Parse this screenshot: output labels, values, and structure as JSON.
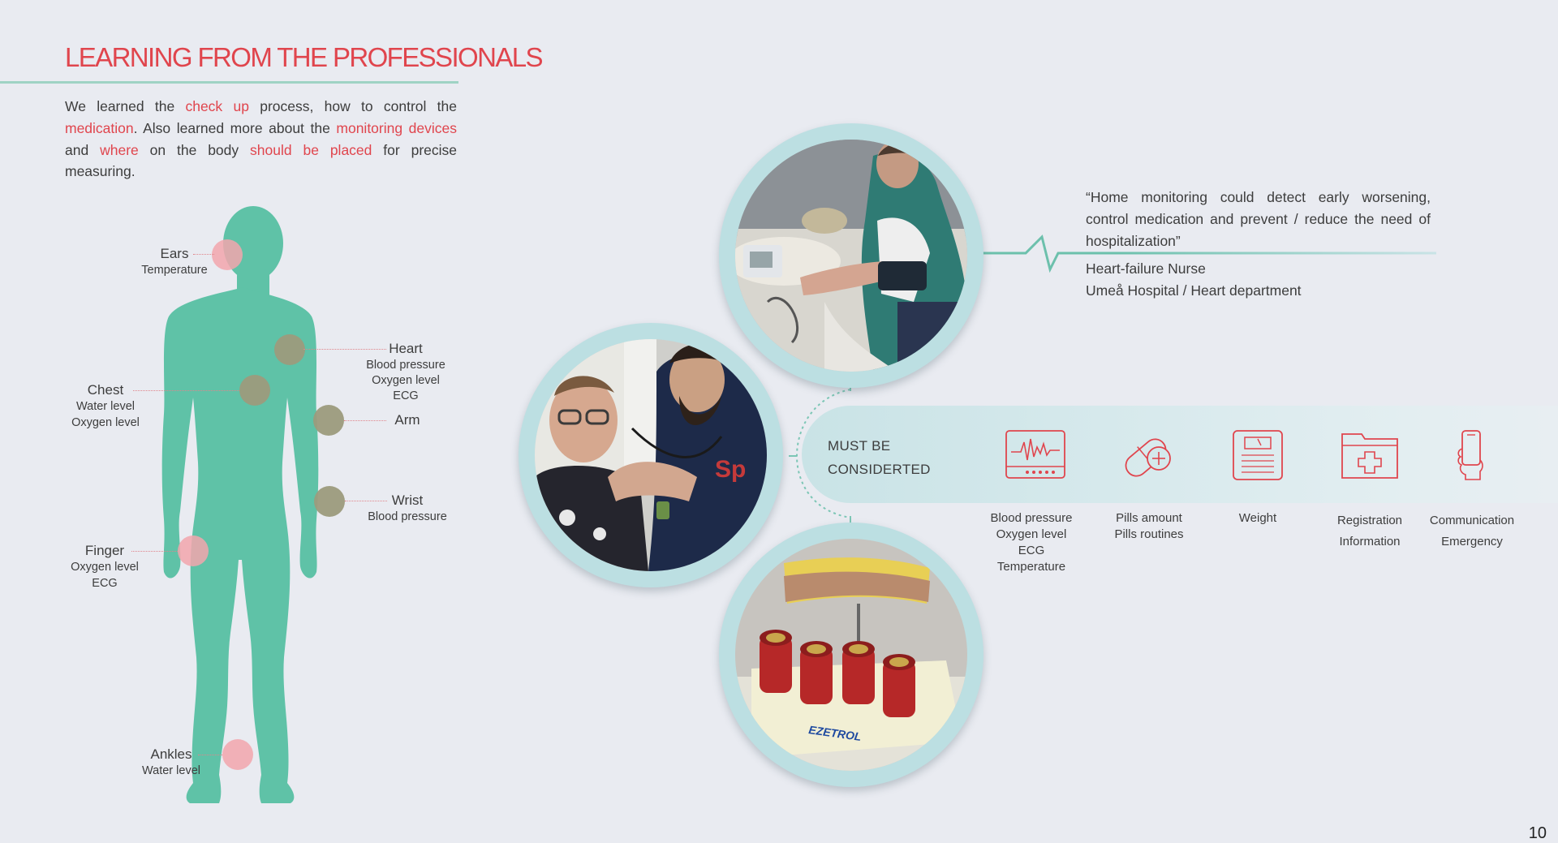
{
  "title": "LEARNING FROM THE PROFESSIONALS",
  "intro": {
    "t1": "We  learned the ",
    "h1": "check up",
    "t2": " process, how to control the ",
    "h2": "medication",
    "t3": ". Also learned more  about the ",
    "h3": "monitoring devices",
    "t4": " and ",
    "h4": "where",
    "t5": " on the body ",
    "h5": "should be placed",
    "t6": " for precise measuring."
  },
  "body_points": {
    "ears": {
      "name": "Ears",
      "details": [
        "Temperature"
      ]
    },
    "heart": {
      "name": "Heart",
      "details": [
        "Blood pressure",
        "Oxygen level",
        "ECG"
      ]
    },
    "chest": {
      "name": "Chest",
      "details": [
        "Water level",
        "Oxygen level"
      ]
    },
    "arm": {
      "name": "Arm",
      "details": []
    },
    "wrist": {
      "name": "Wrist",
      "details": [
        "Blood pressure"
      ]
    },
    "finger": {
      "name": "Finger",
      "details": [
        "Oxygen level",
        "ECG"
      ]
    },
    "ankles": {
      "name": "Ankles",
      "details": [
        "Water level"
      ]
    }
  },
  "quote": {
    "text": "“Home monitoring could detect early worsening, control medication and prevent / reduce the need of hospitalization”",
    "author_role": "Heart-failure Nurse",
    "author_place": "Umeå Hospital / Heart department"
  },
  "considered": {
    "label_line1": "MUST BE",
    "label_line2": "CONSIDERTED",
    "items": [
      {
        "icon": "heart-monitor-icon",
        "lines": [
          "Blood pressure",
          "Oxygen level",
          "ECG",
          "Temperature"
        ]
      },
      {
        "icon": "pill-icon",
        "lines": [
          "Pills amount",
          "Pills routines"
        ]
      },
      {
        "icon": "weighing-scale-icon",
        "lines": [
          "Weight"
        ]
      },
      {
        "icon": "medical-folder-icon",
        "lines": [
          "Registration",
          "Information"
        ]
      },
      {
        "icon": "phone-in-hand-icon",
        "lines": [
          "Communication",
          "Emergency"
        ]
      }
    ]
  },
  "photo_text": {
    "sign": "Sp",
    "brand": "EZETROL"
  },
  "page_number": "10",
  "colors": {
    "accent_red": "#e0454d",
    "teal_body": "#5fc2a7",
    "circle_frame": "#bcdfe2",
    "background": "#e9ebf1"
  }
}
